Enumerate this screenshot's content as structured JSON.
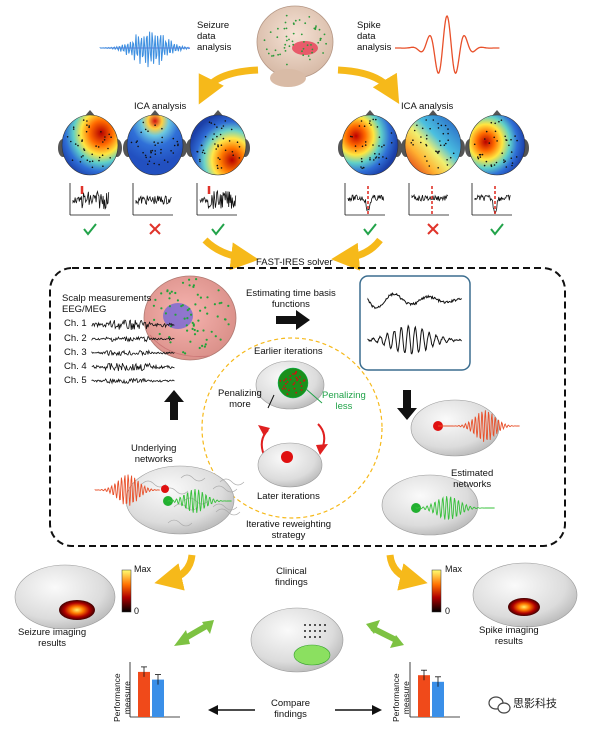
{
  "top": {
    "seizure_label": "Seizure\ndata\nanalysis",
    "spike_label": "Spike\ndata\nanalysis"
  },
  "ica": {
    "left_title": "ICA analysis",
    "right_title": "ICA analysis",
    "left_marks": [
      "check",
      "cross",
      "check"
    ],
    "right_marks": [
      "check",
      "cross",
      "check"
    ]
  },
  "solver": {
    "title": "FAST-IRES solver",
    "scalp_title": "Scalp measurements\nEEG/MEG",
    "channels": [
      "Ch. 1",
      "Ch. 2",
      "Ch. 3",
      "Ch. 4",
      "Ch. 5"
    ],
    "time_basis": "Estimating time basis\nfunctions",
    "earlier": "Earlier iterations",
    "penalizing_more": "Penalizing\nmore",
    "penalizing_less": "Penalizing\nless",
    "later": "Later iterations",
    "underlying": "Underlying\nnetworks",
    "estimated": "Estimated\nnetworks",
    "reweighting": "Iterative reweighting\nstrategy"
  },
  "bottom": {
    "colorbar_max": "Max",
    "colorbar_min": "0",
    "seizure_results": "Seizure imaging\nresults",
    "spike_results": "Spike imaging\nresults",
    "clinical": "Clinical\nfindings",
    "compare": "Compare\nfindings",
    "performance": "Performance\nmeasure",
    "watermark": "思影科技"
  },
  "colors": {
    "arrow_orange": "#f6b91a",
    "arrow_green": "#7dc242",
    "seizure_blue": "#3d8fe0",
    "spike_red": "#e8502a",
    "bar_red": "#f04a1a",
    "bar_blue": "#3a8fe8",
    "check_green": "#22a34a",
    "cross_red": "#e0332a"
  },
  "chart_data": [
    {
      "type": "bar",
      "categories": [
        "",
        ""
      ],
      "values": [
        0.82,
        0.68
      ],
      "ylabel": "Performance measure"
    },
    {
      "type": "bar",
      "categories": [
        "",
        ""
      ],
      "values": [
        0.76,
        0.64
      ],
      "ylabel": "Performance measure"
    }
  ]
}
